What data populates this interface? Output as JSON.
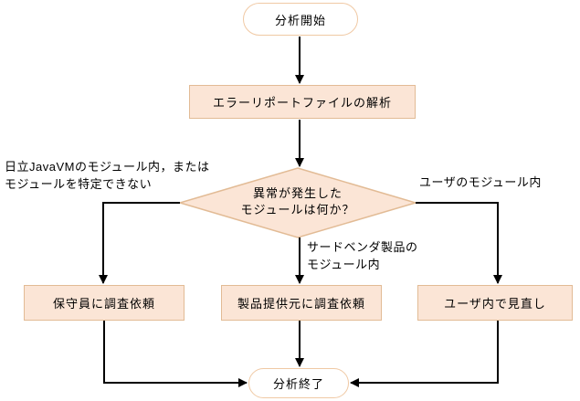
{
  "diagram": {
    "title": "JavaVM error analysis flowchart",
    "colors": {
      "background": "#ffffff",
      "shape_fill": "#fbe5d6",
      "shape_border": "#e2bb95",
      "terminal_fill": "#ffffff",
      "terminal_border": "#f0c9a4",
      "arrow": "#000000",
      "text": "#000000"
    },
    "nodes": {
      "start": {
        "type": "terminal",
        "label": "分析開始"
      },
      "analyze": {
        "type": "process",
        "label": "エラーリポートファイルの解析"
      },
      "decision": {
        "type": "decision",
        "line1": "異常が発生した",
        "line2": "モジュールは何か？"
      },
      "maintenance": {
        "type": "process",
        "label": "保守員に調査依頼"
      },
      "vendor": {
        "type": "process",
        "label": "製品提供元に調査依頼"
      },
      "user_review": {
        "type": "process",
        "label": "ユーザ内で見直し"
      },
      "end": {
        "type": "terminal",
        "label": "分析終了"
      }
    },
    "edge_labels": {
      "left_line1": "日立JavaVMのモジュール内，または",
      "left_line2": "モジュールを特定できない",
      "right": "ユーザのモジュール内",
      "middle_line1": "サードベンダ製品の",
      "middle_line2": "モジュール内"
    }
  }
}
